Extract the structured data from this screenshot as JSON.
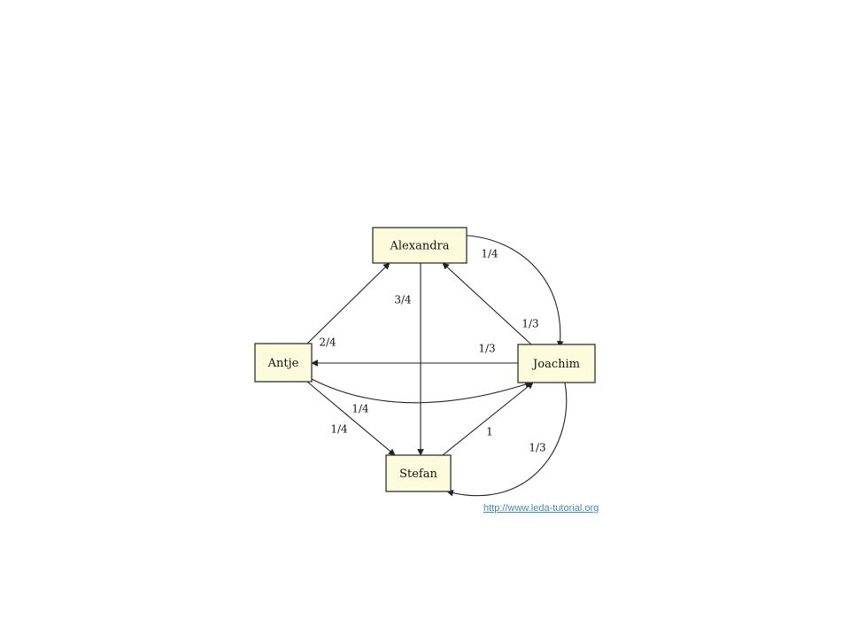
{
  "diagram": {
    "nodes": [
      {
        "id": "alexandra",
        "label": "Alexandra"
      },
      {
        "id": "antje",
        "label": "Antje"
      },
      {
        "id": "joachim",
        "label": "Joachim"
      },
      {
        "id": "stefan",
        "label": "Stefan"
      }
    ],
    "edges": [
      {
        "id": "alexandra-joachim",
        "from": "alexandra",
        "to": "joachim",
        "label": "1/4"
      },
      {
        "id": "alexandra-stefan",
        "from": "alexandra",
        "to": "stefan",
        "label": "3/4"
      },
      {
        "id": "joachim-alexandra",
        "from": "joachim",
        "to": "alexandra",
        "label": "1/3"
      },
      {
        "id": "antje-alexandra",
        "from": "antje",
        "to": "alexandra",
        "label": "2/4"
      },
      {
        "id": "joachim-antje",
        "from": "joachim",
        "to": "antje",
        "label": "1/3"
      },
      {
        "id": "antje-joachim",
        "from": "antje",
        "to": "joachim",
        "label": "1/4"
      },
      {
        "id": "antje-stefan",
        "from": "antje",
        "to": "stefan",
        "label": "1/4"
      },
      {
        "id": "stefan-joachim",
        "from": "stefan",
        "to": "joachim",
        "label": "1"
      },
      {
        "id": "joachim-stefan",
        "from": "joachim",
        "to": "stefan",
        "label": "1/3"
      }
    ]
  },
  "footer": {
    "link_text": "http://www.leda-tutorial.org"
  }
}
